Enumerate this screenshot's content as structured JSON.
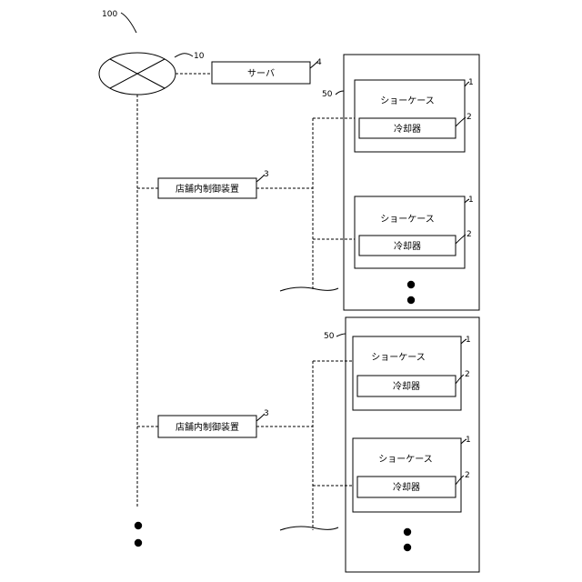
{
  "figure_number": "100",
  "network": {
    "ref": "10"
  },
  "server": {
    "label": "サーバ",
    "ref": "4"
  },
  "stores": [
    {
      "ref": "50",
      "controller": {
        "label": "店舗内制御装置",
        "ref": "3"
      },
      "showcases": [
        {
          "label": "ショーケース",
          "ref": "1",
          "cooler": {
            "label": "冷却器",
            "ref": "2"
          }
        },
        {
          "label": "ショーケース",
          "ref": "1",
          "cooler": {
            "label": "冷却器",
            "ref": "2"
          }
        }
      ]
    },
    {
      "ref": "50",
      "controller": {
        "label": "店舗内制御装置",
        "ref": "3"
      },
      "showcases": [
        {
          "label": "ショーケース",
          "ref": "1",
          "cooler": {
            "label": "冷却器",
            "ref": "2"
          }
        },
        {
          "label": "ショーケース",
          "ref": "1",
          "cooler": {
            "label": "冷却器",
            "ref": "2"
          }
        }
      ]
    }
  ]
}
